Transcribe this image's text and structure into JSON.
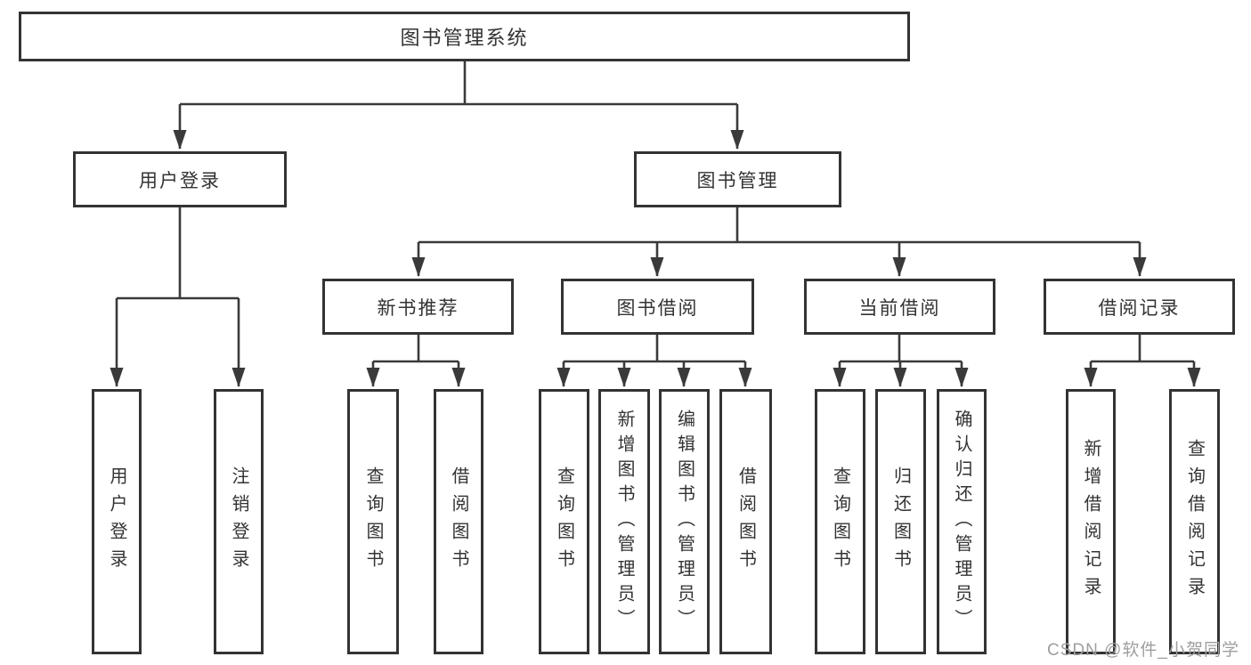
{
  "diagram": {
    "type": "hierarchy-tree",
    "colors": {
      "background": "#ffffff",
      "box_border": "#333333",
      "line": "#3a3a3a",
      "text": "#333333",
      "watermark": "#9e9e9e"
    },
    "root": {
      "label": "图书管理系统"
    },
    "level2": [
      {
        "label": "用户登录",
        "parent": "图书管理系统"
      },
      {
        "label": "图书管理",
        "parent": "图书管理系统"
      }
    ],
    "level3": [
      {
        "label": "新书推荐",
        "parent": "图书管理"
      },
      {
        "label": "图书借阅",
        "parent": "图书管理"
      },
      {
        "label": "当前借阅",
        "parent": "图书管理"
      },
      {
        "label": "借阅记录",
        "parent": "图书管理"
      }
    ],
    "leaves": [
      {
        "label": "用户登录",
        "parent": "用户登录"
      },
      {
        "label": "注销登录",
        "parent": "用户登录"
      },
      {
        "label": "查询图书",
        "parent": "新书推荐"
      },
      {
        "label": "借阅图书",
        "parent": "新书推荐"
      },
      {
        "label": "查询图书",
        "parent": "图书借阅"
      },
      {
        "label": "新增图书（管理员）",
        "parent": "图书借阅"
      },
      {
        "label": "编辑图书（管理员）",
        "parent": "图书借阅"
      },
      {
        "label": "借阅图书",
        "parent": "图书借阅"
      },
      {
        "label": "查询图书",
        "parent": "当前借阅"
      },
      {
        "label": "归还图书",
        "parent": "当前借阅"
      },
      {
        "label": "确认归还（管理员）",
        "parent": "当前借阅"
      },
      {
        "label": "新增借阅记录",
        "parent": "借阅记录"
      },
      {
        "label": "查询借阅记录",
        "parent": "借阅记录"
      }
    ]
  },
  "watermark": {
    "text": "CSDN @软件_小贺同学"
  }
}
